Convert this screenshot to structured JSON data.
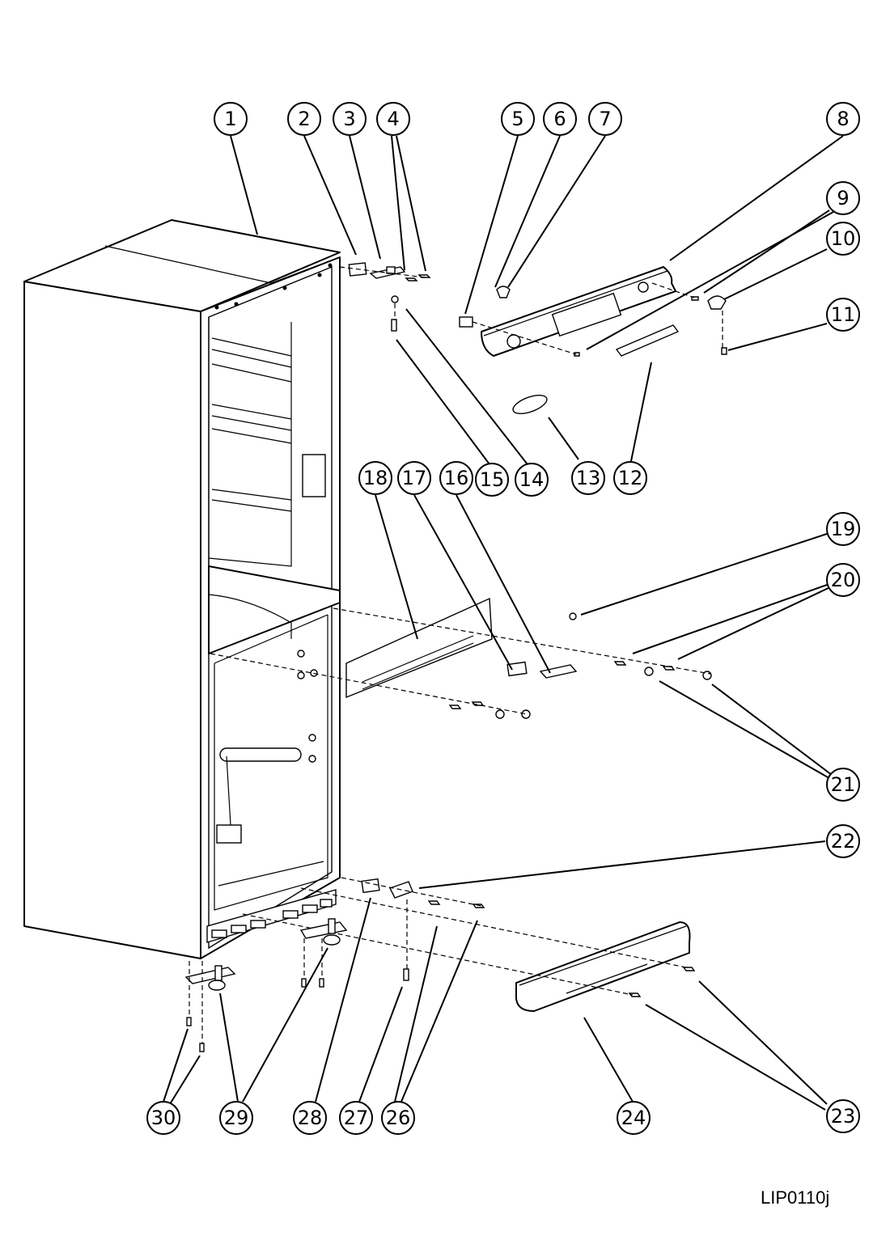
{
  "drawing_code": "LIP0110j",
  "callouts": [
    {
      "label": "1"
    },
    {
      "label": "2"
    },
    {
      "label": "3"
    },
    {
      "label": "4"
    },
    {
      "label": "5"
    },
    {
      "label": "6"
    },
    {
      "label": "7"
    },
    {
      "label": "8"
    },
    {
      "label": "9"
    },
    {
      "label": "10"
    },
    {
      "label": "11"
    },
    {
      "label": "12"
    },
    {
      "label": "13"
    },
    {
      "label": "14"
    },
    {
      "label": "15"
    },
    {
      "label": "16"
    },
    {
      "label": "17"
    },
    {
      "label": "18"
    },
    {
      "label": "19"
    },
    {
      "label": "20"
    },
    {
      "label": "21"
    },
    {
      "label": "22"
    },
    {
      "label": "23"
    },
    {
      "label": "24"
    },
    {
      "label": "26"
    },
    {
      "label": "27"
    },
    {
      "label": "28"
    },
    {
      "label": "29"
    },
    {
      "label": "30"
    }
  ]
}
